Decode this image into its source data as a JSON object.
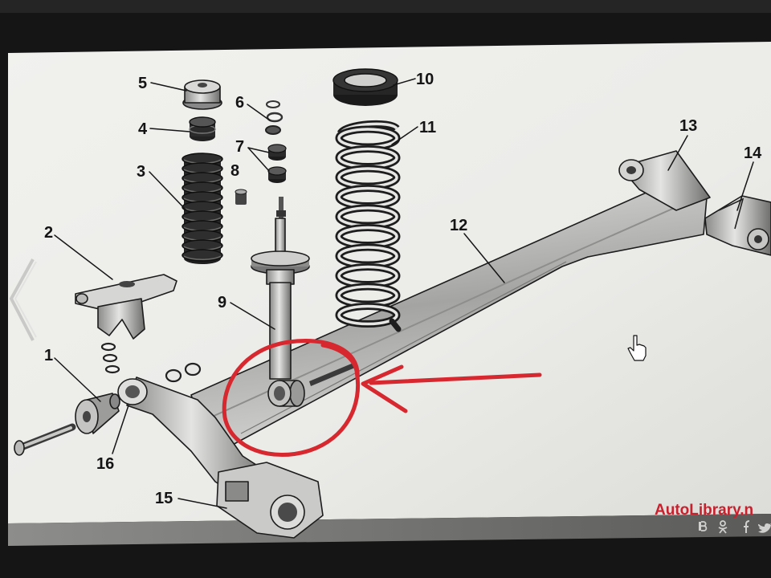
{
  "figure": {
    "labels": [
      "1",
      "2",
      "3",
      "4",
      "5",
      "6",
      "7",
      "8",
      "9",
      "10",
      "11",
      "12",
      "13",
      "14",
      "15",
      "16"
    ]
  },
  "watermark": {
    "text": "AutoLibrary.n",
    "color": "#c8202c"
  },
  "annotation": {
    "circle_color": "#d7282f",
    "arrow_color": "#d7282f"
  },
  "share": {
    "icons": [
      "vk-icon",
      "odnoklassniki-icon",
      "facebook-icon",
      "twitter-icon"
    ]
  },
  "nav": {
    "prev_icon": "chevron-left-icon"
  },
  "cursor": {
    "icon": "hand-pointer-icon"
  }
}
